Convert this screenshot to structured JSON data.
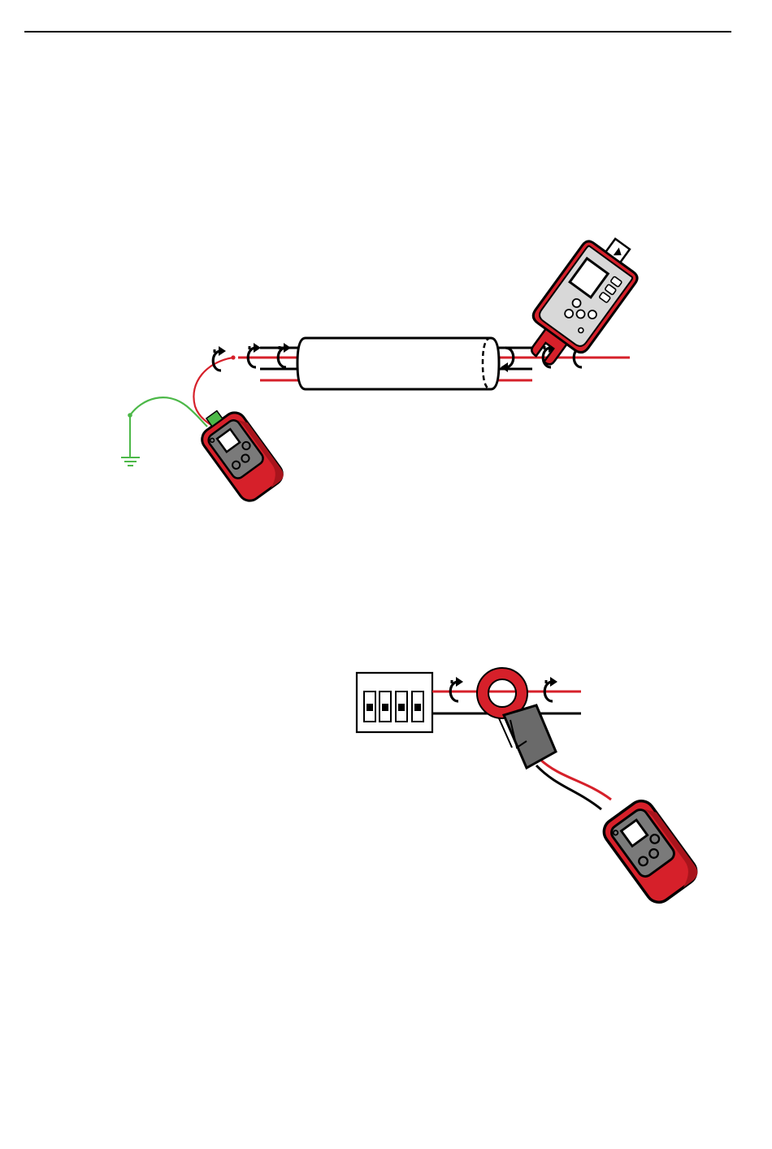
{
  "page": {
    "background": "#ffffff"
  },
  "colors": {
    "wire_red": "#d6202a",
    "wire_black": "#000000",
    "ground_green": "#4cb848",
    "device_red": "#d6202a",
    "device_dark_red": "#a8141c",
    "device_panel_gray": "#7a7a7a",
    "clamp_jaw_gray": "#6a6a6a"
  },
  "figures": [
    {
      "id": "cable-trace-diagram",
      "components": [
        "ground-symbol",
        "ground-lead",
        "transmitter",
        "transmitter-lead",
        "signal-direction-arrows",
        "cable-conduit",
        "receiver"
      ],
      "icons": [
        "ground-icon",
        "rotation-arrow-icon",
        "transmitter-icon",
        "receiver-icon"
      ]
    },
    {
      "id": "panel-clamp-diagram",
      "components": [
        "breaker-panel",
        "circuit-breakers",
        "signal-direction-arrows",
        "signal-clamp",
        "transmitter"
      ],
      "breaker_count": 4,
      "icons": [
        "breaker-panel-icon",
        "rotation-arrow-icon",
        "clamp-icon",
        "transmitter-icon"
      ]
    }
  ]
}
